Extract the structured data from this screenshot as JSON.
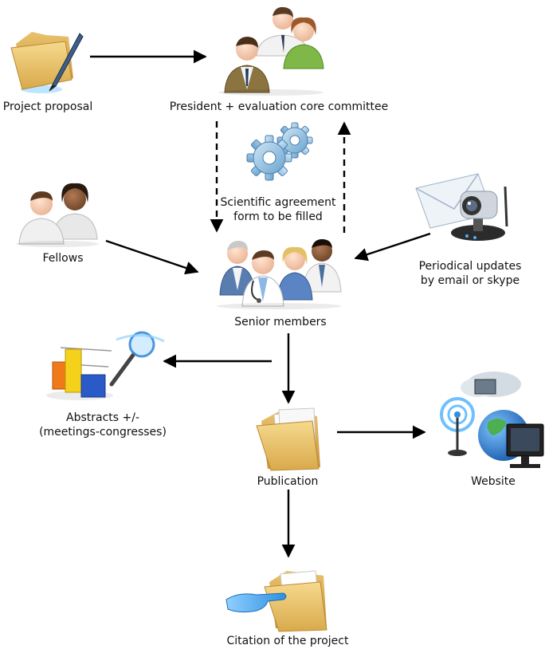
{
  "nodes": {
    "project_proposal": {
      "label": "Project proposal"
    },
    "president": {
      "label": "President + evaluation core committee"
    },
    "agreement": {
      "lines": [
        "Scientific agreement",
        "form to be filled"
      ]
    },
    "fellows": {
      "label": "Fellows"
    },
    "senior": {
      "label": "Senior members"
    },
    "updates": {
      "lines": [
        "Periodical updates",
        "by email or skype"
      ]
    },
    "abstracts": {
      "lines": [
        "Abstracts +/-",
        "(meetings-congresses)"
      ]
    },
    "publication": {
      "label": "Publication"
    },
    "website": {
      "label": "Website"
    },
    "citation": {
      "label": "Citation of the project"
    }
  },
  "icons": {
    "project_proposal": "folder-pen-icon",
    "president": "committee-people-icon",
    "agreement": "gears-icon",
    "fellows": "fellows-people-icon",
    "senior": "senior-members-people-icon",
    "updates": "email-webcam-icon",
    "abstracts": "bar-chart-magnifier-icon",
    "publication": "folder-documents-icon",
    "website": "globe-antenna-monitor-icon",
    "citation": "folder-pointing-hand-icon"
  }
}
